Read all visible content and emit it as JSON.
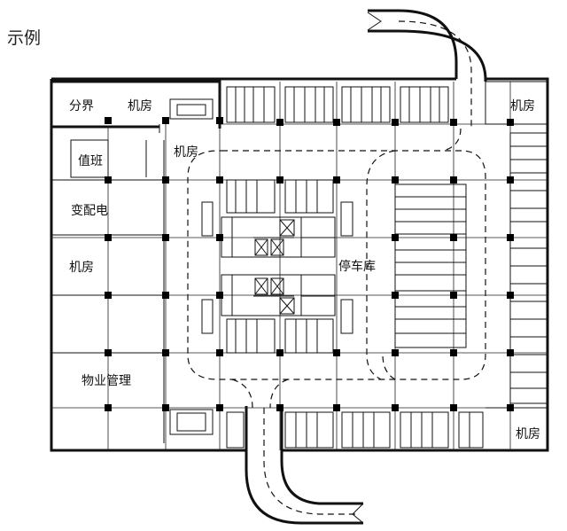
{
  "legend_title": "示例",
  "rooms": {
    "fenjie": "分界",
    "jifang_top_left": "机房",
    "jifang_top_right": "机房",
    "jifang_mid_left": "机房",
    "zhiban": "值班",
    "jifang_small": "机房",
    "biandian": "变配电",
    "wuye": "物业管理",
    "jifang_bottom_right": "机房",
    "tingcheku": "停车库"
  },
  "colors": {
    "line": "#111111",
    "background": "#ffffff"
  }
}
